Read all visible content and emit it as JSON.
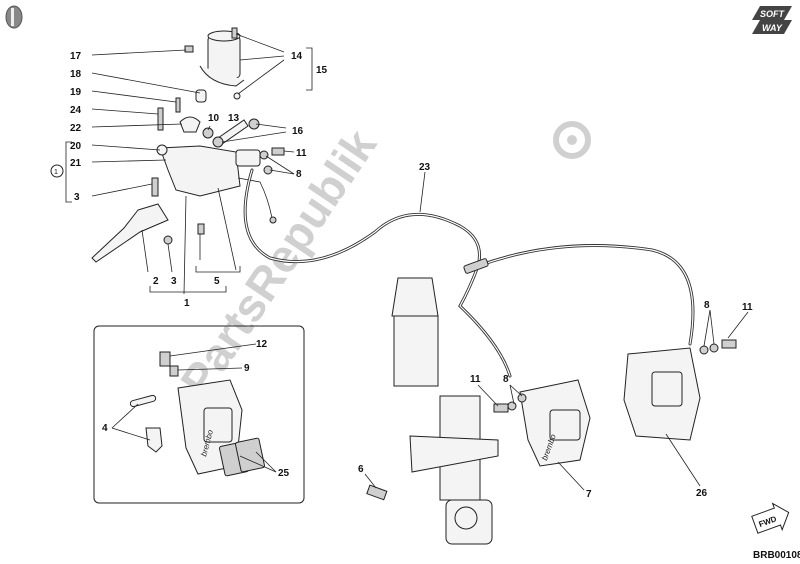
{
  "watermark": {
    "text": "PartsRepublik"
  },
  "brand": {
    "line1": "SOFT",
    "line2": "WAY"
  },
  "fwd_label": "FWD",
  "drawing_code": "BRB00108",
  "brembo_text": "brembo",
  "labels": [
    {
      "id": "17",
      "text": "17"
    },
    {
      "id": "18",
      "text": "18"
    },
    {
      "id": "19",
      "text": "19"
    },
    {
      "id": "24",
      "text": "24"
    },
    {
      "id": "22",
      "text": "22"
    },
    {
      "id": "20",
      "text": "20"
    },
    {
      "id": "21",
      "text": "21"
    },
    {
      "id": "3a",
      "text": "3"
    },
    {
      "id": "10",
      "text": "10"
    },
    {
      "id": "13",
      "text": "13"
    },
    {
      "id": "14",
      "text": "14"
    },
    {
      "id": "15",
      "text": "15"
    },
    {
      "id": "16",
      "text": "16"
    },
    {
      "id": "11a",
      "text": "11"
    },
    {
      "id": "8a",
      "text": "8"
    },
    {
      "id": "2",
      "text": "2"
    },
    {
      "id": "3b",
      "text": "3"
    },
    {
      "id": "5",
      "text": "5"
    },
    {
      "id": "1",
      "text": "1"
    },
    {
      "id": "23",
      "text": "23"
    },
    {
      "id": "12",
      "text": "12"
    },
    {
      "id": "9",
      "text": "9"
    },
    {
      "id": "4",
      "text": "4"
    },
    {
      "id": "25",
      "text": "25"
    },
    {
      "id": "6",
      "text": "6"
    },
    {
      "id": "11b",
      "text": "11"
    },
    {
      "id": "8b",
      "text": "8"
    },
    {
      "id": "7",
      "text": "7"
    },
    {
      "id": "8c",
      "text": "8"
    },
    {
      "id": "11c",
      "text": "11"
    },
    {
      "id": "26",
      "text": "26"
    }
  ]
}
